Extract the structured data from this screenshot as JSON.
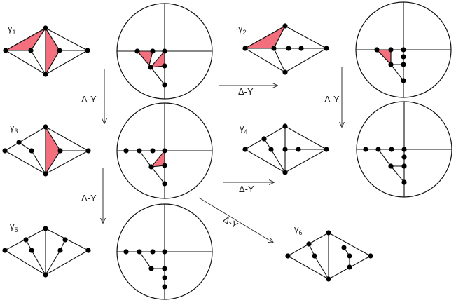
{
  "colors": {
    "face_fill": "#f36f7e",
    "line": "#111111",
    "node": "#000000",
    "background": "#ffffff"
  },
  "labels": {
    "g1": {
      "base": "γ",
      "sub": "1"
    },
    "g2": {
      "base": "γ",
      "sub": "2"
    },
    "g3": {
      "base": "γ",
      "sub": "3"
    },
    "g4": {
      "base": "γ",
      "sub": "4"
    },
    "g5": {
      "base": "γ",
      "sub": "5"
    },
    "g6": {
      "base": "γ",
      "sub": "6"
    }
  },
  "arrows": {
    "a12": "Δ-Y",
    "a13": "Δ-Y",
    "a24": "Δ-Y",
    "a34": "Δ-Y",
    "a35": "Δ-Y",
    "a36": "Δ-Y"
  }
}
